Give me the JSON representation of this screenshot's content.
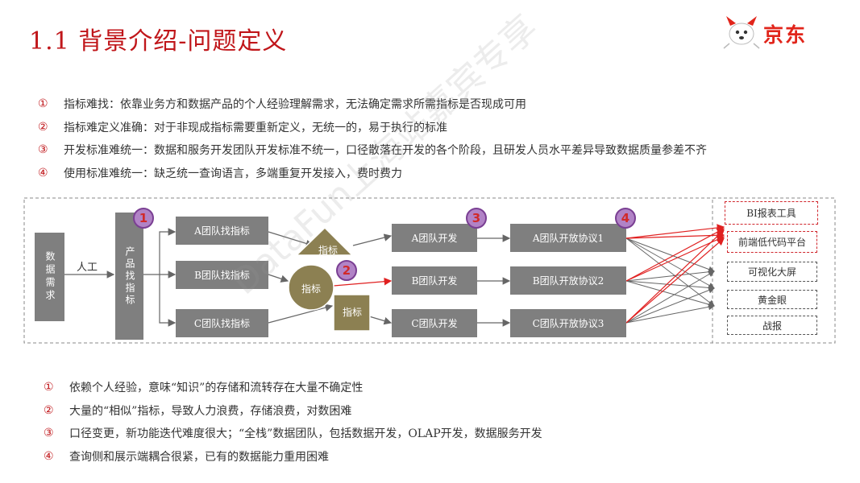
{
  "title": "1.1 背景介绍-问题定义",
  "logo": {
    "text": "京东",
    "icon": "jd-dog-mascot-icon"
  },
  "top_points": [
    {
      "num": "①",
      "text": "指标难找：依靠业务方和数据产品的个人经验理解需求，无法确定需求所需指标是否现成可用"
    },
    {
      "num": "②",
      "text": "指标难定义准确：对于非现成指标需要重新定义，无统一的，易于执行的标准"
    },
    {
      "num": "③",
      "text": "开发标准难统一：数据和服务开发团队开发标准不统一，口径散落在开发的各个阶段，且研发人员水平差异导致数据质量参差不齐"
    },
    {
      "num": "④",
      "text": "使用标准难统一：缺乏统一查询语言，多端重复开发接入，费时费力"
    }
  ],
  "diagram": {
    "data_demand": "数据需求",
    "manual_label": "人工",
    "product_find": "产品找指标",
    "team_find": [
      "A团队找指标",
      "B团队找指标",
      "C团队找指标"
    ],
    "indicator_triangle": "指标",
    "indicator_circle": "指标",
    "indicator_square": "指标",
    "team_dev": [
      "A团队开发",
      "B团队开发",
      "C团队开发"
    ],
    "team_protocol": [
      "A团队开放协议1",
      "B团队开放协议2",
      "C团队开放协议3"
    ],
    "consumers": [
      "BI报表工具",
      "前端低代码平台",
      "可视化大屏",
      "黄金眼",
      "战报"
    ],
    "badges": [
      "1",
      "2",
      "3",
      "4"
    ]
  },
  "bottom_points": [
    {
      "num": "①",
      "text": "依赖个人经验，意味“知识”的存储和流转存在大量不确定性"
    },
    {
      "num": "②",
      "text": "大量的“相似”指标，导致人力浪费，存储浪费，对数困难"
    },
    {
      "num": "③",
      "text": "口径变更，新功能迭代难度很大；“全栈”数据团队，包括数据开发，OLAP开发，数据服务开发"
    },
    {
      "num": "④",
      "text": "查询侧和展示端耦合很紧，已有的数据能力重用困难"
    }
  ],
  "watermark": "DataFun上海站嘉宾专享",
  "colors": {
    "title_red": "#c0161a",
    "box_gray": "#7f7f7f",
    "olive": "#8c8052",
    "arrow_red": "#e02020",
    "badge_purple": "#b183c6"
  }
}
